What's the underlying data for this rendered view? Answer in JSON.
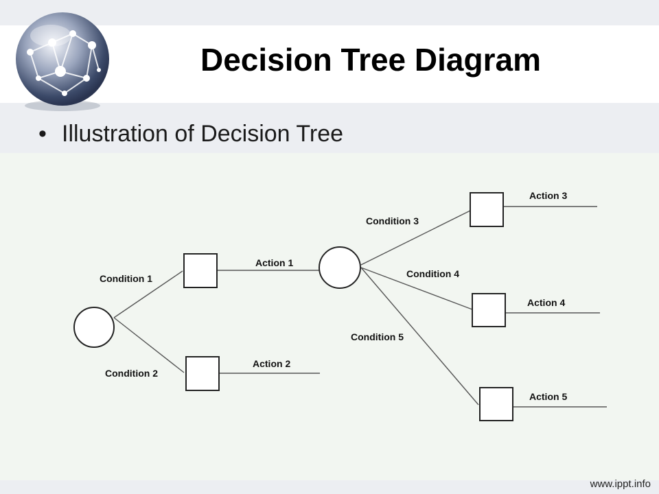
{
  "slide": {
    "title": "Decision Tree Diagram",
    "bullet": "Illustration of Decision Tree",
    "footer": "www.ippt.info"
  },
  "diagram": {
    "nodes": [
      {
        "id": "root",
        "shape": "circle"
      },
      {
        "id": "decision-1",
        "shape": "square"
      },
      {
        "id": "decision-2",
        "shape": "square"
      },
      {
        "id": "mid",
        "shape": "circle"
      },
      {
        "id": "decision-3",
        "shape": "square"
      },
      {
        "id": "decision-4",
        "shape": "square"
      },
      {
        "id": "decision-5",
        "shape": "square"
      }
    ],
    "edges": [
      {
        "from": "root",
        "to": "decision-1",
        "label": "Condition 1"
      },
      {
        "from": "root",
        "to": "decision-2",
        "label": "Condition 2"
      },
      {
        "from": "decision-1",
        "to": "mid",
        "label": "Action 1"
      },
      {
        "from": "decision-2",
        "to": null,
        "label": "Action 2"
      },
      {
        "from": "mid",
        "to": "decision-3",
        "label": "Condition 3"
      },
      {
        "from": "mid",
        "to": "decision-4",
        "label": "Condition 4"
      },
      {
        "from": "mid",
        "to": "decision-5",
        "label": "Condition 5"
      },
      {
        "from": "decision-3",
        "to": null,
        "label": "Action 3"
      },
      {
        "from": "decision-4",
        "to": null,
        "label": "Action 4"
      },
      {
        "from": "decision-5",
        "to": null,
        "label": "Action 5"
      }
    ]
  },
  "colors": {
    "globe_light": "#e6e9f2",
    "globe_dark": "#3b4968",
    "diagram_background": "#f2f6f1"
  }
}
